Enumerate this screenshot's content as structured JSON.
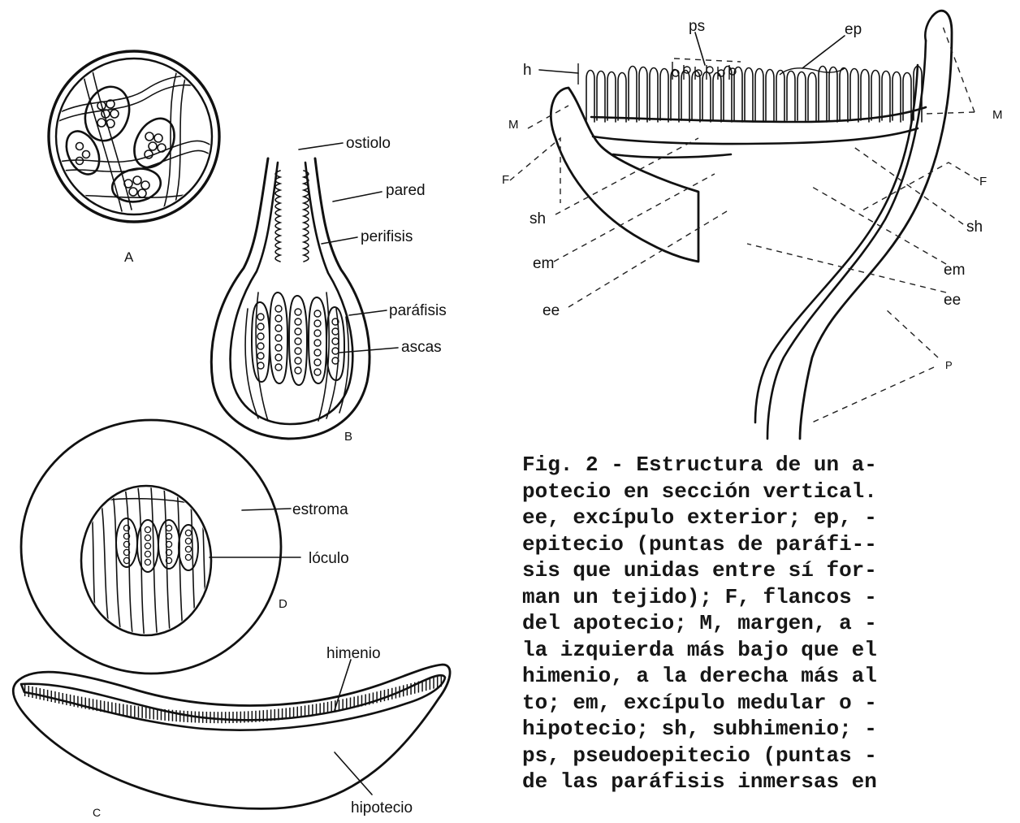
{
  "fig_a": {
    "letter": "A"
  },
  "fig_b": {
    "letter": "B",
    "labels": {
      "ostiolo": "ostiolo",
      "pared": "pared",
      "perifisis": "perifisis",
      "parafisis": "paráfisis",
      "ascas": "ascas"
    }
  },
  "fig_d": {
    "letter": "D",
    "labels": {
      "estroma": "estroma",
      "loculo": "lóculo"
    }
  },
  "fig_c": {
    "letter": "C",
    "labels": {
      "himenio": "himenio",
      "hipotecio": "hipotecio"
    }
  },
  "fig2": {
    "labels": {
      "ps": "ps",
      "ep": "ep",
      "h": "h",
      "m_left": "M",
      "m_right": "M",
      "f_left": "F",
      "f_right": "F",
      "sh_left": "sh",
      "sh_right": "sh",
      "em_left": "em",
      "em_right": "em",
      "ee_left": "ee",
      "ee_right": "ee",
      "p": "P"
    }
  },
  "caption_lines": [
    "Fig. 2 - Estructura de un a-",
    "potecio en sección vertical.",
    "ee, excípulo exterior; ep, -",
    "epitecio (puntas de paráfi--",
    "sis que unidas entre sí for-",
    "man un tejido); F, flancos -",
    "del apotecio; M, margen, a -",
    "la izquierda más bajo que el",
    "himenio, a la derecha más al",
    "to; em, excípulo medular o -",
    "hipotecio; sh, subhimenio; -",
    "ps, pseudoepitecio (puntas -",
    "de las paráfisis inmersas en"
  ]
}
